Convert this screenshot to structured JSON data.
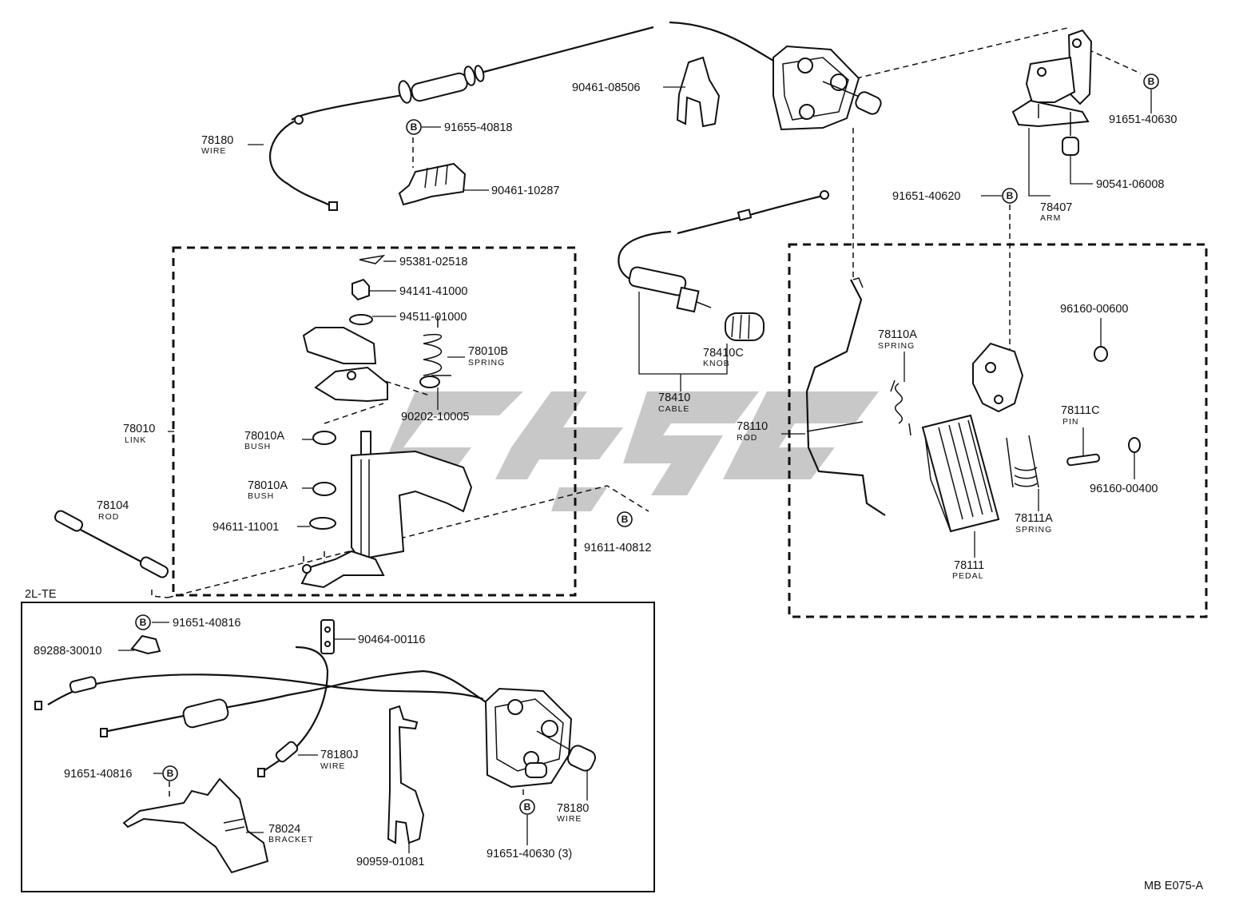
{
  "figure_code": "MB E075-A",
  "variant_label": "2L-TE",
  "bolt_symbol": "B",
  "watermark_text": "",
  "parts": {
    "p78180_top": {
      "number": "78180",
      "name": "WIRE"
    },
    "p91655_40818": {
      "number": "91655-40818"
    },
    "p90461_10287": {
      "number": "90461-10287"
    },
    "p90461_08506": {
      "number": "90461-08506"
    },
    "p91651_40630_top": {
      "number": "91651-40630"
    },
    "p90541_06008": {
      "number": "90541-06008"
    },
    "p91651_40620": {
      "number": "91651-40620"
    },
    "p78407": {
      "number": "78407",
      "name": "ARM"
    },
    "p95381_02518": {
      "number": "95381-02518"
    },
    "p94141_41000": {
      "number": "94141-41000"
    },
    "p94511_01000": {
      "number": "94511-01000"
    },
    "p78010B": {
      "number": "78010B",
      "name": "SPRING"
    },
    "p90202_10005": {
      "number": "90202-10005"
    },
    "p78010A_1": {
      "number": "78010A",
      "name": "BUSH"
    },
    "p78010A_2": {
      "number": "78010A",
      "name": "BUSH"
    },
    "p94611_11001": {
      "number": "94611-11001"
    },
    "p78010": {
      "number": "78010",
      "name": "LINK"
    },
    "p78104": {
      "number": "78104",
      "name": "ROD"
    },
    "p91611_40812": {
      "number": "91611-40812"
    },
    "p78410C": {
      "number": "78410C",
      "name": "KNOB"
    },
    "p78410": {
      "number": "78410",
      "name": "CABLE"
    },
    "p78110A": {
      "number": "78110A",
      "name": "SPRING"
    },
    "p78110": {
      "number": "78110",
      "name": "ROD"
    },
    "p96160_00600": {
      "number": "96160-00600"
    },
    "p78111C": {
      "number": "78111C",
      "name": "PIN"
    },
    "p96160_00400": {
      "number": "96160-00400"
    },
    "p78111A": {
      "number": "78111A",
      "name": "SPRING"
    },
    "p78111": {
      "number": "78111",
      "name": "PEDAL"
    },
    "p91651_40816_a": {
      "number": "91651-40816"
    },
    "p89288_30010": {
      "number": "89288-30010"
    },
    "p90464_00116": {
      "number": "90464-00116"
    },
    "p78180J": {
      "number": "78180J",
      "name": "WIRE"
    },
    "p91651_40816_b": {
      "number": "91651-40816"
    },
    "p78024": {
      "number": "78024",
      "name": "BRACKET"
    },
    "p90959_01081": {
      "number": "90959-01081"
    },
    "p91651_40630_3": {
      "number": "91651-40630 (3)"
    },
    "p78180_bottom": {
      "number": "78180",
      "name": "WIRE"
    }
  },
  "colors": {
    "line": "#111111",
    "background": "#ffffff",
    "watermark": "#9a9a9a"
  }
}
